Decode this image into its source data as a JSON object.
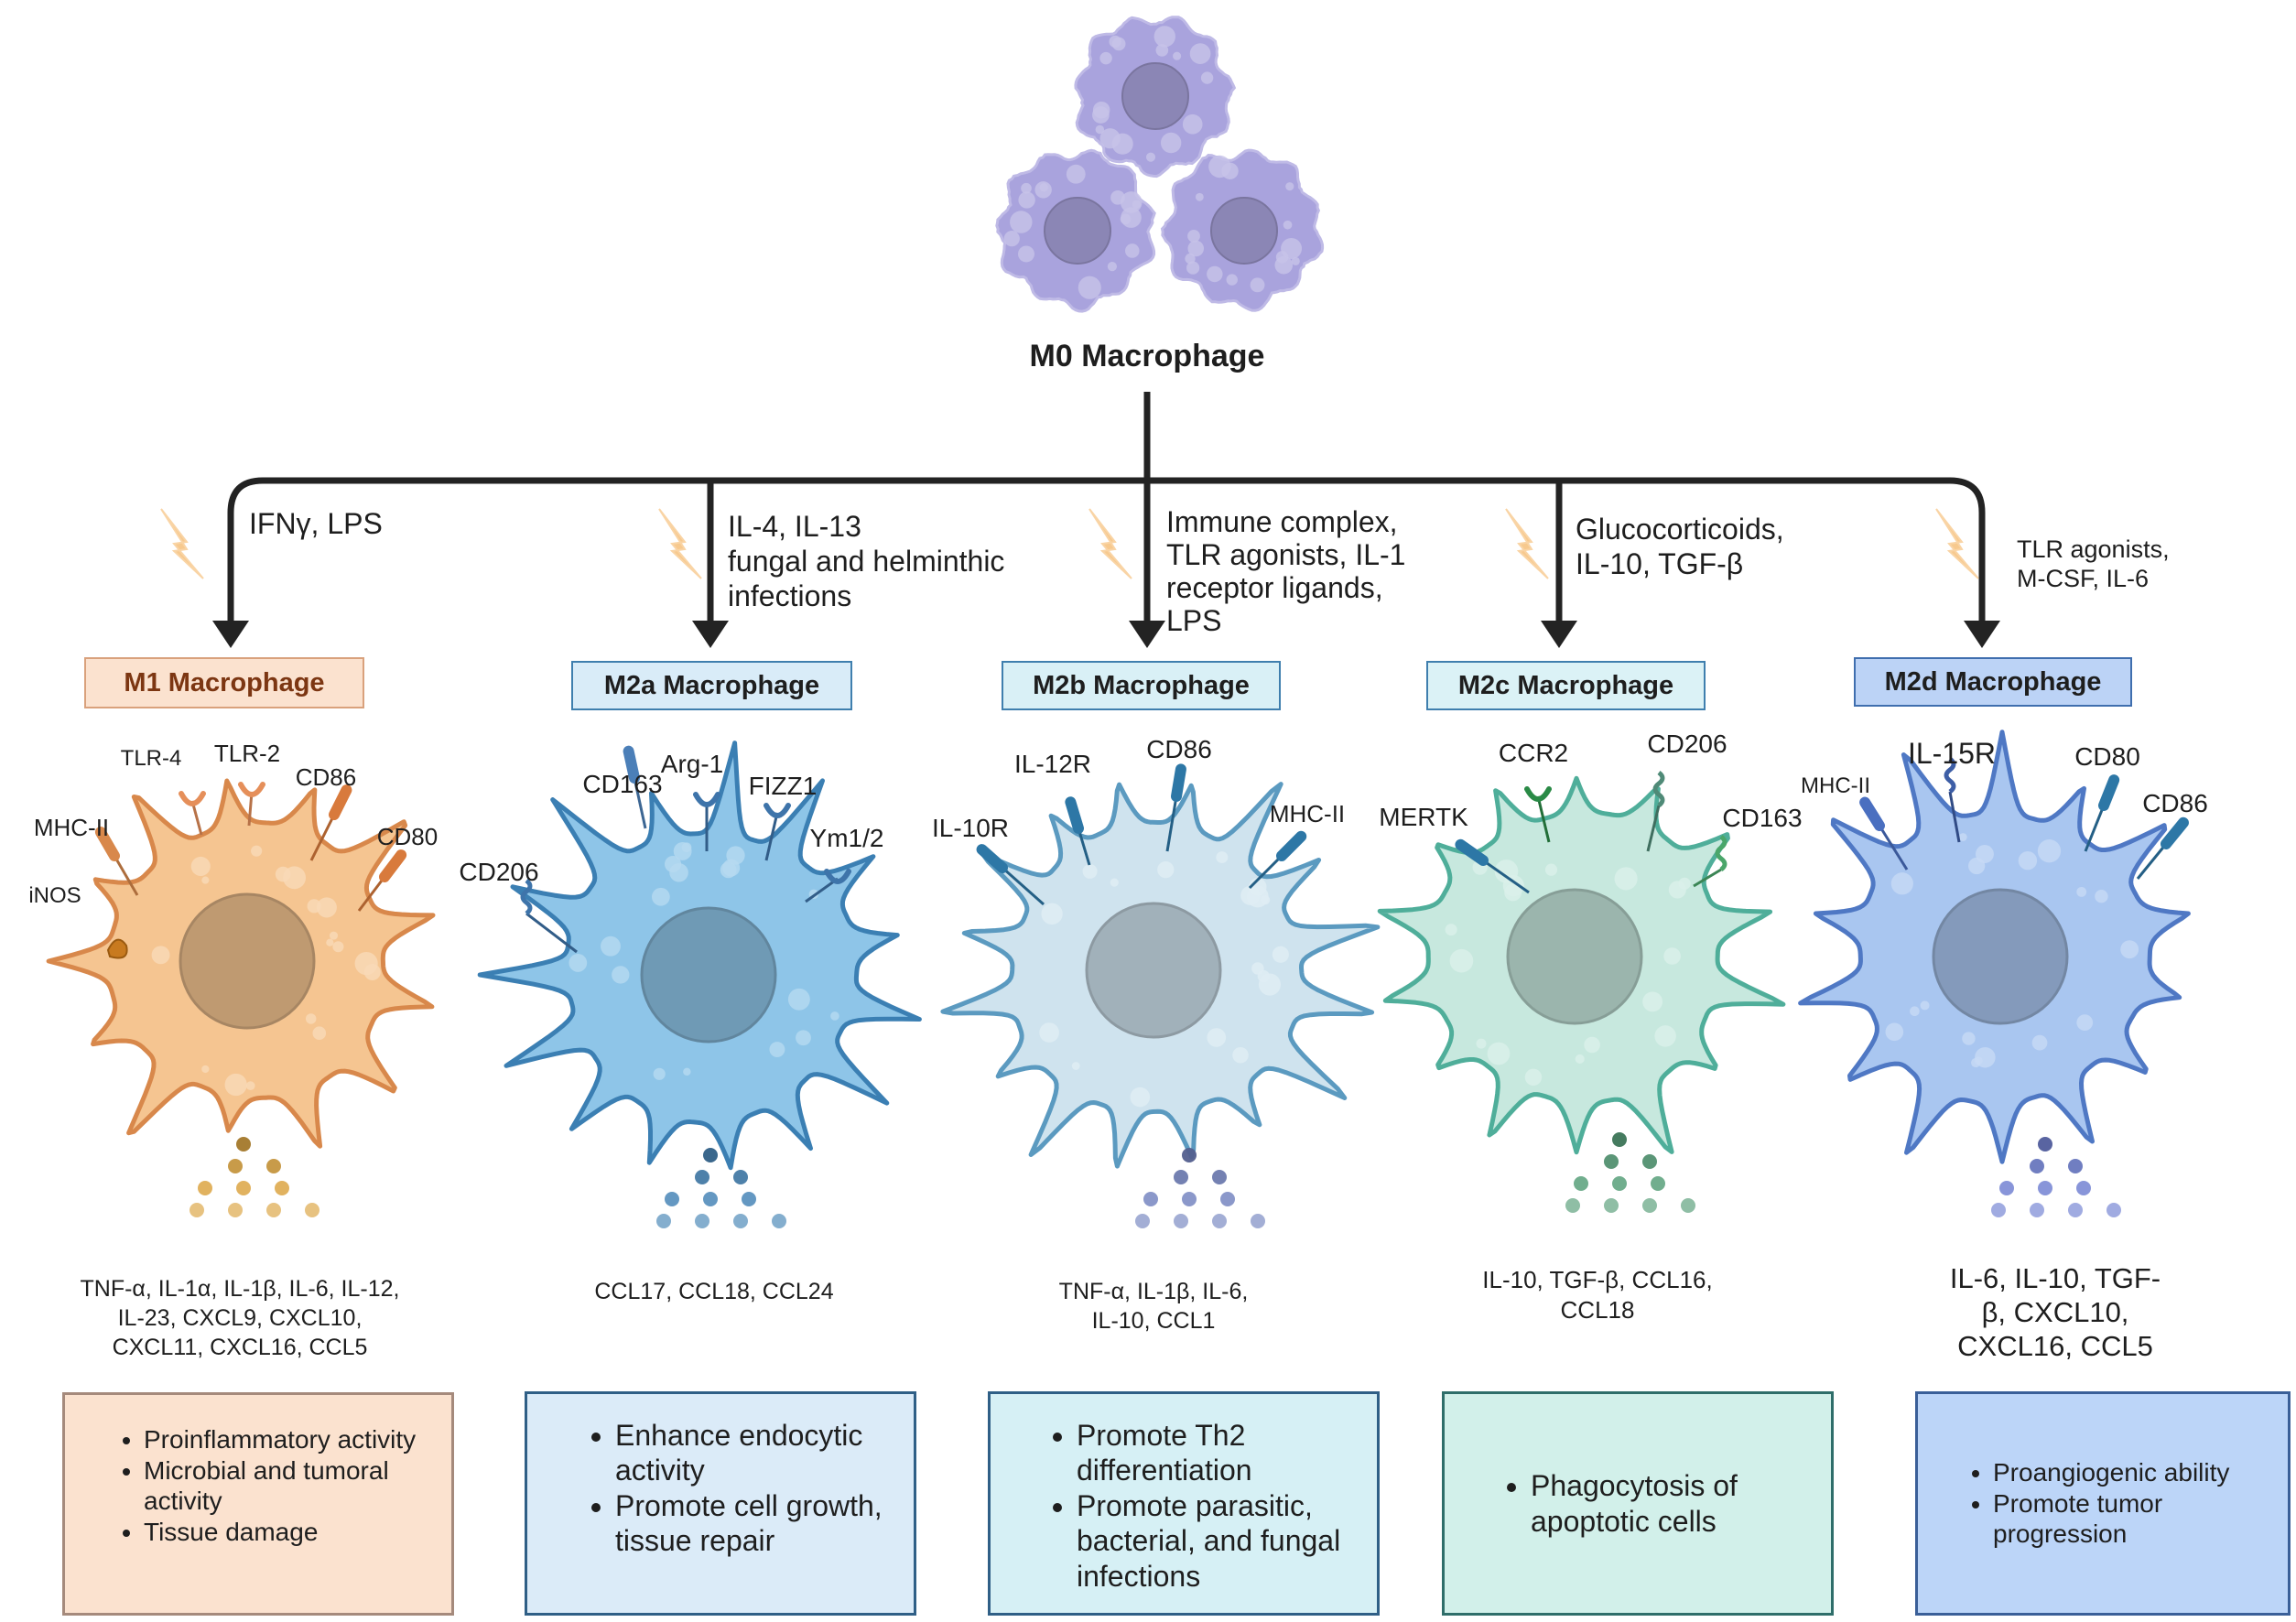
{
  "m0": {
    "title": "M0 Macrophage"
  },
  "colors": {
    "arrow": "#232323",
    "m0_cell": "#a9a3dd",
    "m1": "#f5c591",
    "m2a": "#8ec5e8",
    "m2b": "#cfe3ee",
    "m2c": "#c7e8de",
    "m2d": "#a9c6f0",
    "lightning": "#f7c98e"
  },
  "branches": [
    {
      "id": "m1",
      "stimulus": [
        "IFNγ, LPS"
      ],
      "label": "M1 Macrophage",
      "markers": [
        "TLR-4",
        "TLR-2",
        "CD86",
        "MHC-II",
        "CD80",
        "iNOS"
      ],
      "cytokines": [
        "TNF-α, IL-1α, IL-1β, IL-6, IL-12,",
        "IL-23, CXCL9, CXCL10,",
        "CXCL11, CXCL16, CCL5"
      ],
      "functions": [
        "Proinflammatory activity",
        "Microbial and tumoral activity",
        "Tissue damage"
      ]
    },
    {
      "id": "m2a",
      "stimulus": [
        "IL-4, IL-13",
        "fungal and helminthic",
        "infections"
      ],
      "label": "M2a Macrophage",
      "markers": [
        "CD163",
        "Arg-1",
        "FIZZ1",
        "Ym1/2",
        "CD206"
      ],
      "cytokines": [
        "CCL17, CCL18, CCL24"
      ],
      "functions": [
        "Enhance endocytic activity",
        "Promote cell growth, tissue repair"
      ]
    },
    {
      "id": "m2b",
      "stimulus": [
        "Immune complex,",
        "TLR agonists, IL-1",
        "receptor ligands,",
        "LPS"
      ],
      "label": "M2b Macrophage",
      "markers": [
        "IL-12R",
        "CD86",
        "IL-10R",
        "MHC-II"
      ],
      "cytokines": [
        "TNF-α, IL-1β, IL-6,",
        "IL-10, CCL1"
      ],
      "functions": [
        "Promote Th2 differentiation",
        "Promote parasitic, bacterial, and fungal infections"
      ]
    },
    {
      "id": "m2c",
      "stimulus": [
        "Glucocorticoids,",
        "IL-10, TGF-β"
      ],
      "label": "M2c Macrophage",
      "markers": [
        "CCR2",
        "CD206",
        "MERTK",
        "CD163"
      ],
      "cytokines": [
        "IL-10, TGF-β, CCL16,",
        "CCL18"
      ],
      "functions": [
        "Phagocytosis of apoptotic cells"
      ]
    },
    {
      "id": "m2d",
      "stimulus": [
        "TLR agonists,",
        "M-CSF, IL-6"
      ],
      "label": "M2d Macrophage",
      "markers": [
        "IL-15R",
        "MHC-II",
        "CD80",
        "CD86"
      ],
      "cytokines": [
        "IL-6, IL-10, TGF-",
        "β, CXCL10,",
        "CXCL16, CCL5"
      ],
      "functions": [
        "Proangiogenic ability",
        "Promote tumor progression"
      ]
    }
  ]
}
